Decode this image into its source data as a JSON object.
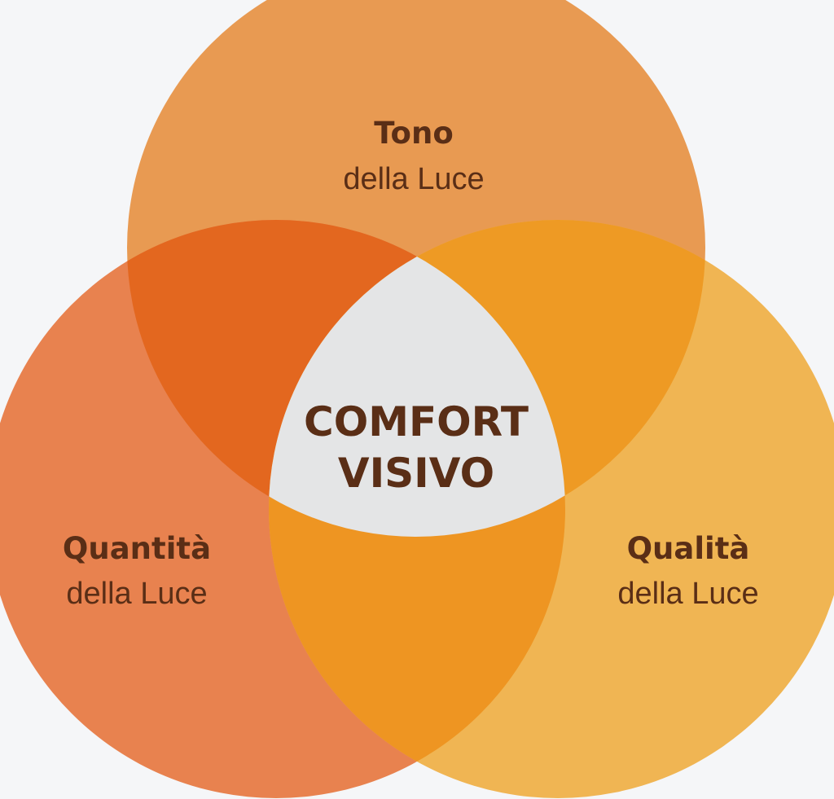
{
  "colors": {
    "background": "#f5f6f8",
    "text": "#5a2e16",
    "tono_circle": "#e89a52",
    "quantita_circle": "#e8824f",
    "qualita_circle": "#f0b553",
    "tono_quantita_overlap": "#e3671f",
    "tono_qualita_overlap": "#ee9a24",
    "quantita_qualita_overlap": "#ee9522",
    "center": "#e4e5e6"
  },
  "circles": {
    "top": {
      "title": "Tono",
      "subtitle": "della Luce"
    },
    "left": {
      "title": "Quantità",
      "subtitle": "della Luce"
    },
    "right": {
      "title": "Qualità",
      "subtitle": "della Luce"
    }
  },
  "center": {
    "line1": "COMFORT",
    "line2": "VISIVO"
  }
}
